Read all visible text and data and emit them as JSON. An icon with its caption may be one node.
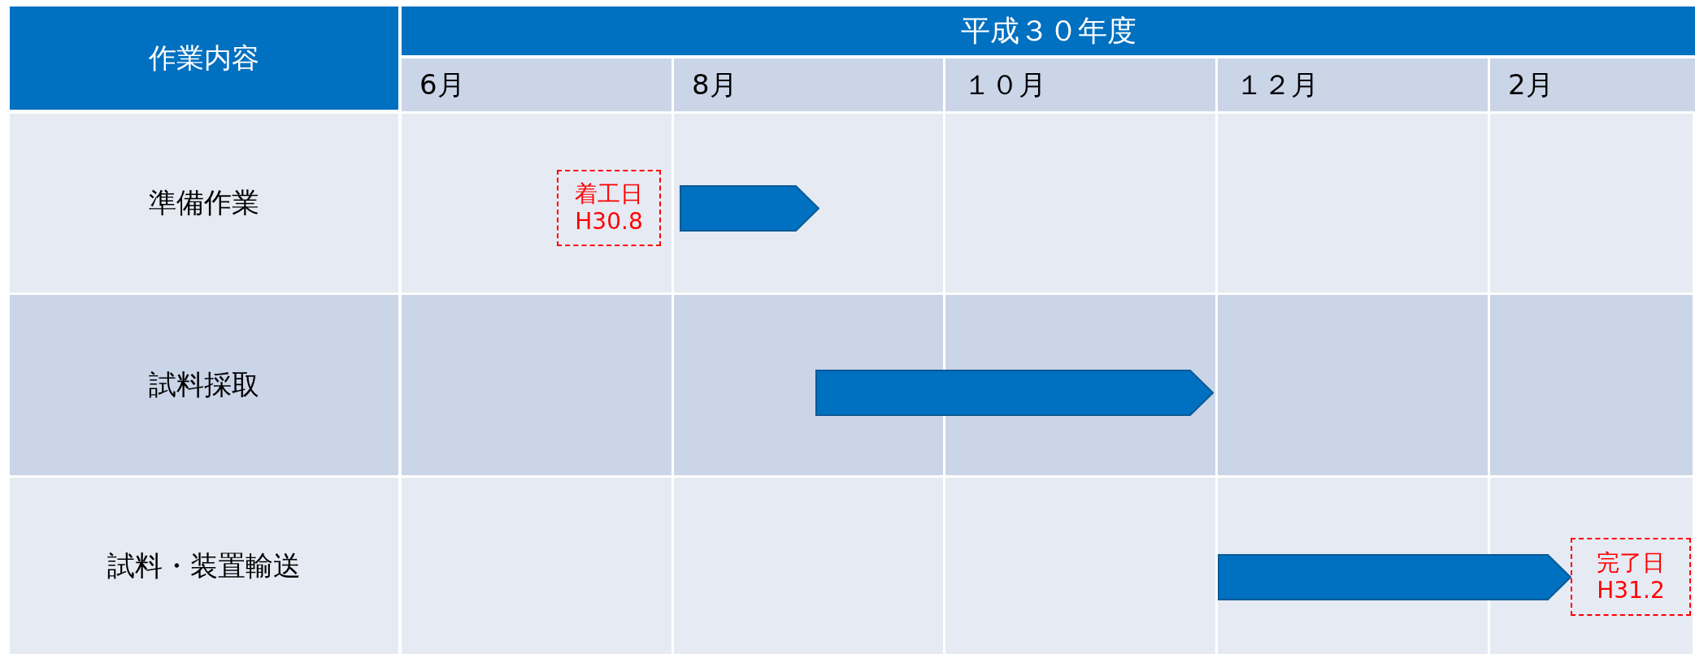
{
  "diagram": {
    "nodes": [
      {
        "text": [
          "着工日",
          "H30.8"
        ]
      },
      {
        "text": [],
        "shape": "bar"
      },
      {
        "text": [],
        "shape": "bar"
      },
      {
        "text": [],
        "shape": "bar"
      },
      {
        "text": [
          "完了日",
          "H31.2"
        ]
      }
    ],
    "labels": [
      "作業内容",
      "平成３０年度",
      "6月",
      "8月",
      "１０月",
      "１２月",
      "2月",
      "準備作業",
      "試料採取",
      "試料・装置輸送"
    ]
  }
}
